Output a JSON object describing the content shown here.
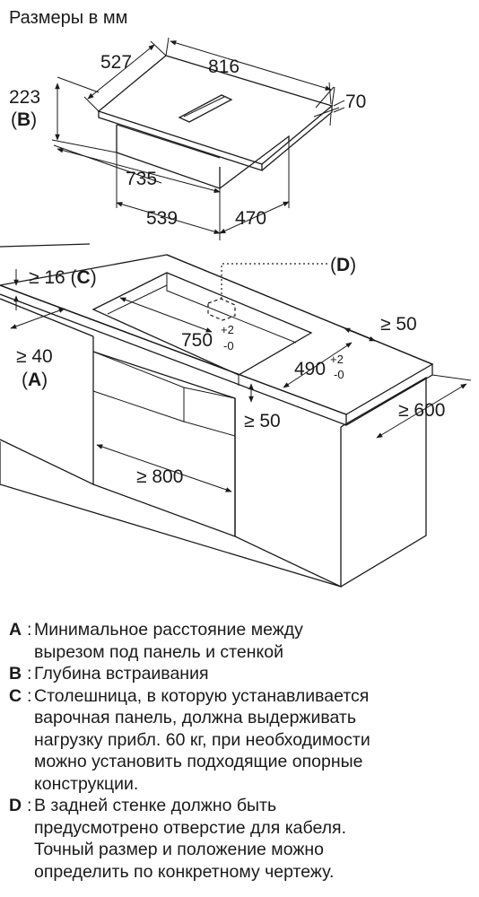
{
  "header": {
    "title": "Размеры в мм"
  },
  "dimensions": {
    "hob_width": "816",
    "hob_depth": "527",
    "height_below": "223",
    "label_b": "B",
    "top_height": "70",
    "body_width": "735",
    "body_depth_front": "539",
    "body_depth_side": "470",
    "worktop_min": "≥ 16",
    "label_c": "C",
    "wall_min": "≥ 40",
    "label_a": "A",
    "label_d": "D",
    "cutout_width": "750",
    "cutout_width_tol_plus": "+2",
    "cutout_width_tol_minus": "-0",
    "cutout_depth": "490",
    "cutout_depth_tol_plus": "+2",
    "cutout_depth_tol_minus": "-0",
    "back_min": "≥ 50",
    "front_min": "≥ 50",
    "cabinet_depth_min": "≥ 600",
    "cabinet_width_min": "≥ 800"
  },
  "legend": [
    {
      "key": "A",
      "text": "Минимальное расстояние между\nвырезом под панель и стенкой"
    },
    {
      "key": "B",
      "text": "Глубина встраивания"
    },
    {
      "key": "C",
      "text": "Столешница, в которую устанавливается\nварочная панель, должна выдерживать\nнагрузку прибл. 60 кг, при необходимости\nможно установить подходящие опорные\nконструкции."
    },
    {
      "key": "D",
      "text": "В задней стенке должно быть\nпредусмотрено отверстие для кабеля.\nТочный размер и положение можно\nопределить по конкретному чертежу."
    }
  ]
}
